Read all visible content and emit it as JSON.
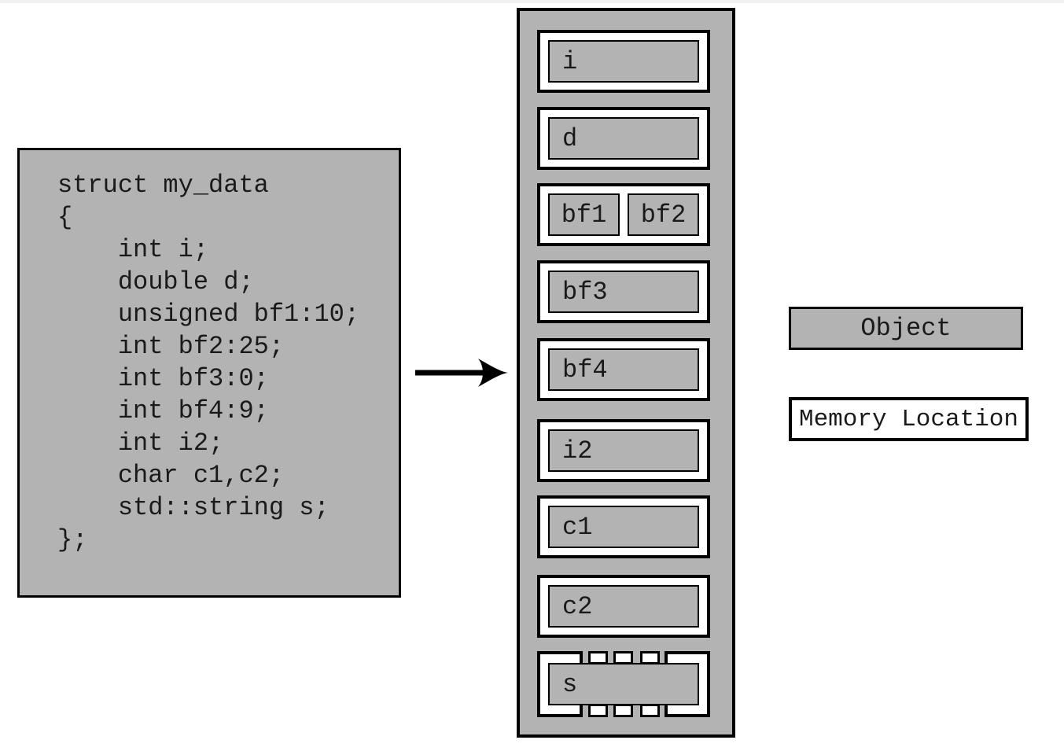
{
  "code": {
    "lines": [
      "struct my_data",
      "{",
      "    int i;",
      "    double d;",
      "    unsigned bf1:10;",
      "    int bf2:25;",
      "    int bf3:0;",
      "    int bf4:9;",
      "    int i2;",
      "    char c1,c2;",
      "    std::string s;",
      "};"
    ]
  },
  "memory": {
    "rows": [
      {
        "objects": [
          "i"
        ]
      },
      {
        "objects": [
          "d"
        ]
      },
      {
        "objects": [
          "bf1",
          "bf2"
        ]
      },
      {
        "objects": [
          "bf3"
        ]
      },
      {
        "objects": [
          "bf4"
        ]
      },
      {
        "objects": [
          "i2"
        ]
      },
      {
        "objects": [
          "c1"
        ]
      },
      {
        "objects": [
          "c2"
        ]
      },
      {
        "objects": [
          "s"
        ],
        "fragmented": true
      }
    ]
  },
  "legend": {
    "object_label": "Object",
    "memory_location_label": "Memory Location"
  },
  "colors": {
    "object_fill": "#b3b3b3",
    "memory_location_fill": "#ffffff",
    "outline": "#000000"
  }
}
